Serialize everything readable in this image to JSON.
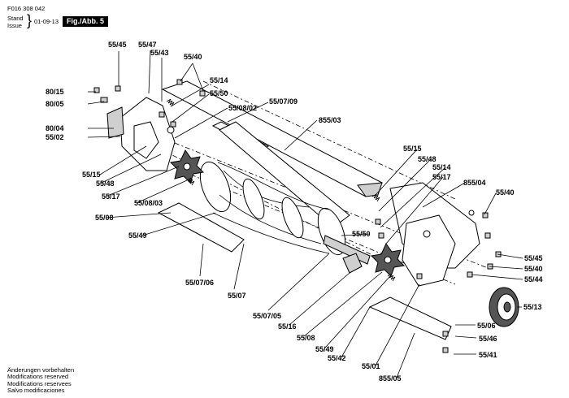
{
  "header": {
    "doc_number": "F016 308 042",
    "stand_label": "Stand",
    "issue_label": "Issue",
    "date": "01-09-13",
    "figure": "Fig./Abb. 5"
  },
  "footer": [
    "Änderungen vorbehalten",
    "Modifications reserved",
    "Modifications reservees",
    "Salvo modificaciones"
  ],
  "labels": [
    "55/45",
    "55/47",
    "55/43",
    "55/40",
    "80/15",
    "80/05",
    "55/14",
    "55/50",
    "55/08/02",
    "55/07/09",
    "80/04",
    "55/02",
    "855/03",
    "55/15",
    "55/48",
    "55/17",
    "55/08/03",
    "55/08",
    "55/49",
    "55/15",
    "55/48",
    "55/14",
    "55/17",
    "855/04",
    "55/40",
    "55/50",
    "55/45",
    "55/40",
    "55/44",
    "55/07/06",
    "55/07",
    "55/07/05",
    "55/16",
    "55/08",
    "55/49",
    "55/42",
    "55/01",
    "855/05",
    "55/06",
    "55/13",
    "55/46",
    "55/41"
  ]
}
